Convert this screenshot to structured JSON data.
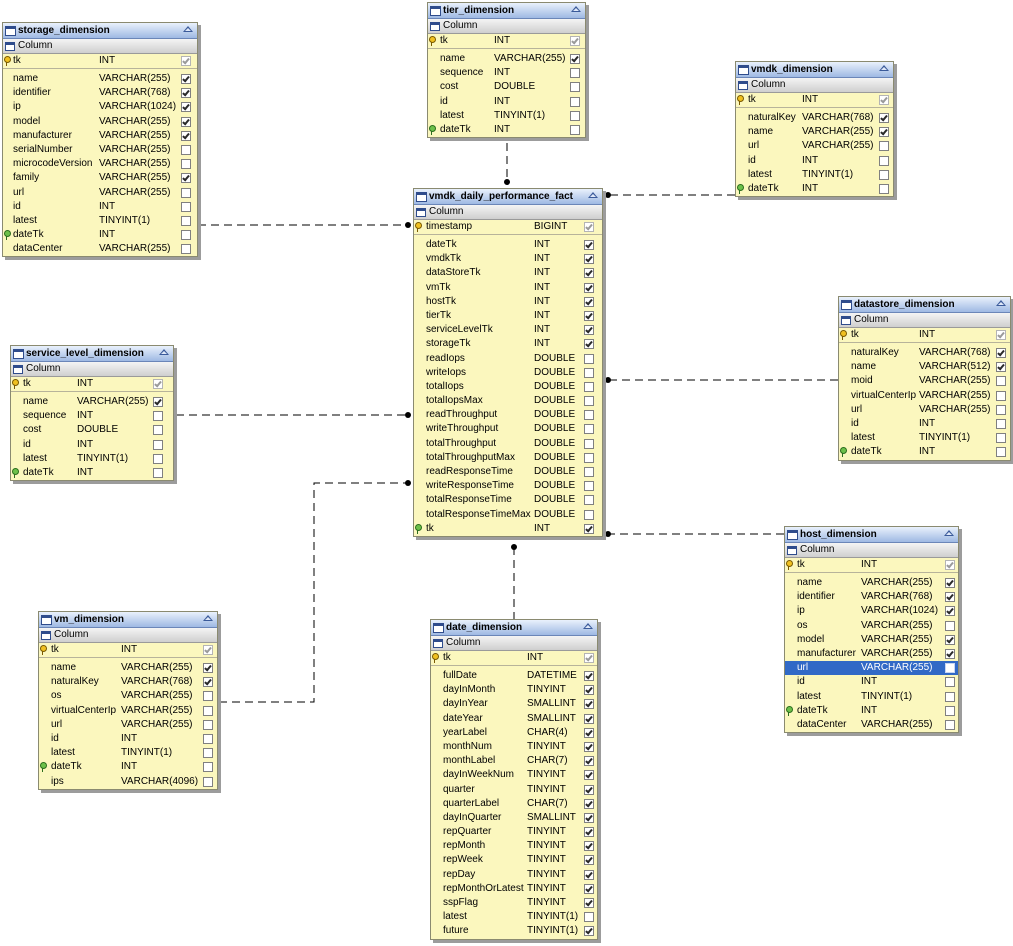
{
  "column_header": "Column",
  "tables": {
    "storage": {
      "title": "storage_dimension",
      "pk": {
        "name": "tk",
        "type": "INT"
      },
      "cols": [
        {
          "name": "name",
          "type": "VARCHAR(255)",
          "checked": true
        },
        {
          "name": "identifier",
          "type": "VARCHAR(768)",
          "checked": true
        },
        {
          "name": "ip",
          "type": "VARCHAR(1024)",
          "checked": true
        },
        {
          "name": "model",
          "type": "VARCHAR(255)",
          "checked": true
        },
        {
          "name": "manufacturer",
          "type": "VARCHAR(255)",
          "checked": true
        },
        {
          "name": "serialNumber",
          "type": "VARCHAR(255)",
          "checked": false
        },
        {
          "name": "microcodeVersion",
          "type": "VARCHAR(255)",
          "checked": false
        },
        {
          "name": "family",
          "type": "VARCHAR(255)",
          "checked": true
        },
        {
          "name": "url",
          "type": "VARCHAR(255)",
          "checked": false
        },
        {
          "name": "id",
          "type": "INT",
          "checked": false
        },
        {
          "name": "latest",
          "type": "TINYINT(1)",
          "checked": false
        },
        {
          "name": "dateTk",
          "type": "INT",
          "checked": false,
          "fk": true
        },
        {
          "name": "dataCenter",
          "type": "VARCHAR(255)",
          "checked": false
        }
      ]
    },
    "tier": {
      "title": "tier_dimension",
      "pk": {
        "name": "tk",
        "type": "INT"
      },
      "cols": [
        {
          "name": "name",
          "type": "VARCHAR(255)",
          "checked": true
        },
        {
          "name": "sequence",
          "type": "INT",
          "checked": false
        },
        {
          "name": "cost",
          "type": "DOUBLE",
          "checked": false
        },
        {
          "name": "id",
          "type": "INT",
          "checked": false
        },
        {
          "name": "latest",
          "type": "TINYINT(1)",
          "checked": false
        },
        {
          "name": "dateTk",
          "type": "INT",
          "checked": false,
          "fk": true
        }
      ]
    },
    "vmdk": {
      "title": "vmdk_dimension",
      "pk": {
        "name": "tk",
        "type": "INT"
      },
      "cols": [
        {
          "name": "naturalKey",
          "type": "VARCHAR(768)",
          "checked": true
        },
        {
          "name": "name",
          "type": "VARCHAR(255)",
          "checked": true
        },
        {
          "name": "url",
          "type": "VARCHAR(255)",
          "checked": false
        },
        {
          "name": "id",
          "type": "INT",
          "checked": false
        },
        {
          "name": "latest",
          "type": "TINYINT(1)",
          "checked": false
        },
        {
          "name": "dateTk",
          "type": "INT",
          "checked": false,
          "fk": true
        }
      ]
    },
    "fact": {
      "title": "vmdk_daily_performance_fact",
      "pk": {
        "name": "timestamp",
        "type": "BIGINT"
      },
      "cols": [
        {
          "name": "dateTk",
          "type": "INT",
          "checked": true
        },
        {
          "name": "vmdkTk",
          "type": "INT",
          "checked": true
        },
        {
          "name": "dataStoreTk",
          "type": "INT",
          "checked": true
        },
        {
          "name": "vmTk",
          "type": "INT",
          "checked": true
        },
        {
          "name": "hostTk",
          "type": "INT",
          "checked": true
        },
        {
          "name": "tierTk",
          "type": "INT",
          "checked": true
        },
        {
          "name": "serviceLevelTk",
          "type": "INT",
          "checked": true
        },
        {
          "name": "storageTk",
          "type": "INT",
          "checked": true
        },
        {
          "name": "readIops",
          "type": "DOUBLE",
          "checked": false
        },
        {
          "name": "writeIops",
          "type": "DOUBLE",
          "checked": false
        },
        {
          "name": "totalIops",
          "type": "DOUBLE",
          "checked": false
        },
        {
          "name": "totalIopsMax",
          "type": "DOUBLE",
          "checked": false
        },
        {
          "name": "readThroughput",
          "type": "DOUBLE",
          "checked": false
        },
        {
          "name": "writeThroughput",
          "type": "DOUBLE",
          "checked": false
        },
        {
          "name": "totalThroughput",
          "type": "DOUBLE",
          "checked": false
        },
        {
          "name": "totalThroughputMax",
          "type": "DOUBLE",
          "checked": false
        },
        {
          "name": "readResponseTime",
          "type": "DOUBLE",
          "checked": false
        },
        {
          "name": "writeResponseTime",
          "type": "DOUBLE",
          "checked": false
        },
        {
          "name": "totalResponseTime",
          "type": "DOUBLE",
          "checked": false
        },
        {
          "name": "totalResponseTimeMax",
          "type": "DOUBLE",
          "checked": false
        },
        {
          "name": "tk",
          "type": "INT",
          "checked": true,
          "fk": true
        }
      ]
    },
    "datastore": {
      "title": "datastore_dimension",
      "pk": {
        "name": "tk",
        "type": "INT"
      },
      "cols": [
        {
          "name": "naturalKey",
          "type": "VARCHAR(768)",
          "checked": true
        },
        {
          "name": "name",
          "type": "VARCHAR(512)",
          "checked": true
        },
        {
          "name": "moid",
          "type": "VARCHAR(255)",
          "checked": false
        },
        {
          "name": "virtualCenterIp",
          "type": "VARCHAR(255)",
          "checked": false
        },
        {
          "name": "url",
          "type": "VARCHAR(255)",
          "checked": false
        },
        {
          "name": "id",
          "type": "INT",
          "checked": false
        },
        {
          "name": "latest",
          "type": "TINYINT(1)",
          "checked": false
        },
        {
          "name": "dateTk",
          "type": "INT",
          "checked": false,
          "fk": true
        }
      ]
    },
    "service": {
      "title": "service_level_dimension",
      "pk": {
        "name": "tk",
        "type": "INT"
      },
      "cols": [
        {
          "name": "name",
          "type": "VARCHAR(255)",
          "checked": true
        },
        {
          "name": "sequence",
          "type": "INT",
          "checked": false
        },
        {
          "name": "cost",
          "type": "DOUBLE",
          "checked": false
        },
        {
          "name": "id",
          "type": "INT",
          "checked": false
        },
        {
          "name": "latest",
          "type": "TINYINT(1)",
          "checked": false
        },
        {
          "name": "dateTk",
          "type": "INT",
          "checked": false,
          "fk": true
        }
      ]
    },
    "host": {
      "title": "host_dimension",
      "pk": {
        "name": "tk",
        "type": "INT"
      },
      "cols": [
        {
          "name": "name",
          "type": "VARCHAR(255)",
          "checked": true
        },
        {
          "name": "identifier",
          "type": "VARCHAR(768)",
          "checked": true
        },
        {
          "name": "ip",
          "type": "VARCHAR(1024)",
          "checked": true
        },
        {
          "name": "os",
          "type": "VARCHAR(255)",
          "checked": false
        },
        {
          "name": "model",
          "type": "VARCHAR(255)",
          "checked": true
        },
        {
          "name": "manufacturer",
          "type": "VARCHAR(255)",
          "checked": true
        },
        {
          "name": "url",
          "type": "VARCHAR(255)",
          "checked": false,
          "selected": true
        },
        {
          "name": "id",
          "type": "INT",
          "checked": false
        },
        {
          "name": "latest",
          "type": "TINYINT(1)",
          "checked": false
        },
        {
          "name": "dateTk",
          "type": "INT",
          "checked": false,
          "fk": true
        },
        {
          "name": "dataCenter",
          "type": "VARCHAR(255)",
          "checked": false
        }
      ]
    },
    "vm": {
      "title": "vm_dimension",
      "pk": {
        "name": "tk",
        "type": "INT"
      },
      "cols": [
        {
          "name": "name",
          "type": "VARCHAR(255)",
          "checked": true
        },
        {
          "name": "naturalKey",
          "type": "VARCHAR(768)",
          "checked": true
        },
        {
          "name": "os",
          "type": "VARCHAR(255)",
          "checked": false
        },
        {
          "name": "virtualCenterIp",
          "type": "VARCHAR(255)",
          "checked": false
        },
        {
          "name": "url",
          "type": "VARCHAR(255)",
          "checked": false
        },
        {
          "name": "id",
          "type": "INT",
          "checked": false
        },
        {
          "name": "latest",
          "type": "TINYINT(1)",
          "checked": false
        },
        {
          "name": "dateTk",
          "type": "INT",
          "checked": false,
          "fk": true
        },
        {
          "name": "ips",
          "type": "VARCHAR(4096)",
          "checked": false
        }
      ]
    },
    "date": {
      "title": "date_dimension",
      "pk": {
        "name": "tk",
        "type": "INT"
      },
      "cols": [
        {
          "name": "fullDate",
          "type": "DATETIME",
          "checked": true
        },
        {
          "name": "dayInMonth",
          "type": "TINYINT",
          "checked": true
        },
        {
          "name": "dayInYear",
          "type": "SMALLINT",
          "checked": true
        },
        {
          "name": "dateYear",
          "type": "SMALLINT",
          "checked": true
        },
        {
          "name": "yearLabel",
          "type": "CHAR(4)",
          "checked": true
        },
        {
          "name": "monthNum",
          "type": "TINYINT",
          "checked": true
        },
        {
          "name": "monthLabel",
          "type": "CHAR(7)",
          "checked": true
        },
        {
          "name": "dayInWeekNum",
          "type": "TINYINT",
          "checked": true
        },
        {
          "name": "quarter",
          "type": "TINYINT",
          "checked": true
        },
        {
          "name": "quarterLabel",
          "type": "CHAR(7)",
          "checked": true
        },
        {
          "name": "dayInQuarter",
          "type": "SMALLINT",
          "checked": true
        },
        {
          "name": "repQuarter",
          "type": "TINYINT",
          "checked": true
        },
        {
          "name": "repMonth",
          "type": "TINYINT",
          "checked": true
        },
        {
          "name": "repWeek",
          "type": "TINYINT",
          "checked": true
        },
        {
          "name": "repDay",
          "type": "TINYINT",
          "checked": true
        },
        {
          "name": "repMonthOrLatest",
          "type": "TINYINT",
          "checked": true
        },
        {
          "name": "sspFlag",
          "type": "TINYINT",
          "checked": true
        },
        {
          "name": "latest",
          "type": "TINYINT(1)",
          "checked": false
        },
        {
          "name": "future",
          "type": "TINYINT(1)",
          "checked": true
        }
      ]
    }
  }
}
